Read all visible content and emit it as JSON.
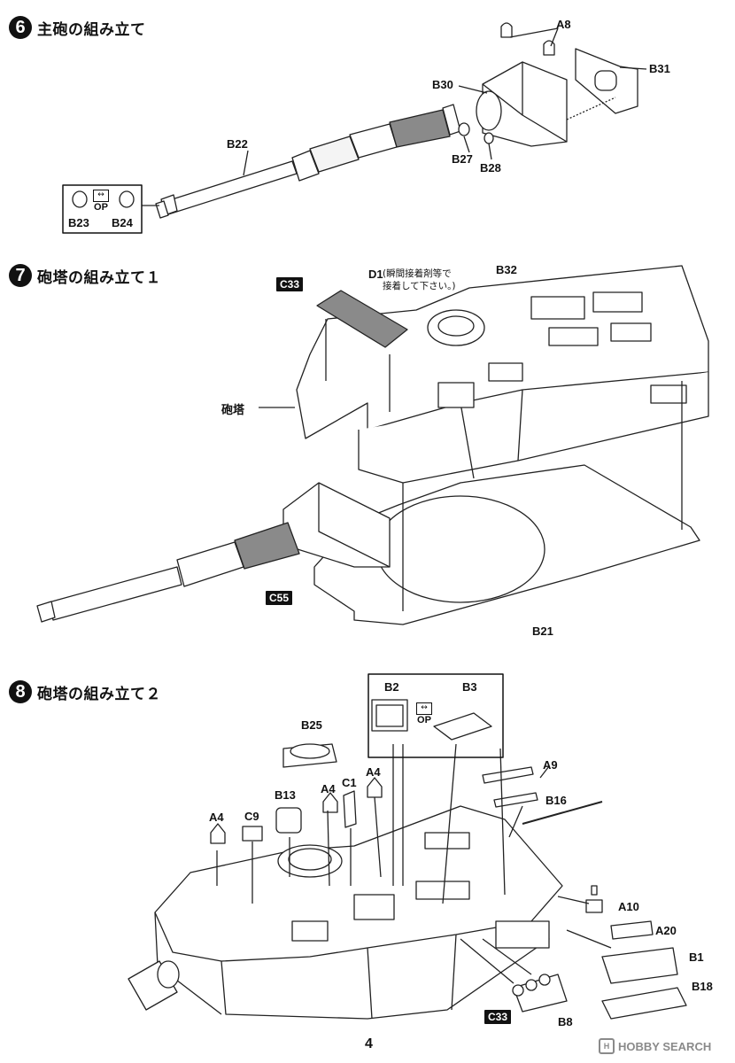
{
  "steps": [
    {
      "num": "6",
      "title": "主砲の組み立て"
    },
    {
      "num": "7",
      "title": "砲塔の組み立て１"
    },
    {
      "num": "8",
      "title": "砲塔の組み立て２"
    }
  ],
  "step6": {
    "parts": {
      "A8": "A8",
      "B31": "B31",
      "B30": "B30",
      "B22": "B22",
      "B27": "B27",
      "B28": "B28",
      "B23": "B23",
      "B24": "B24"
    },
    "op": "OP"
  },
  "step7": {
    "parts": {
      "C33": "C33",
      "D1": "D1",
      "B32": "B32",
      "C55": "C55",
      "B21": "B21"
    },
    "d1_note": "(瞬間接着剤等で\n接着して下さい。)",
    "turret_label": "砲塔"
  },
  "step8": {
    "parts": {
      "B2": "B2",
      "B3": "B3",
      "B25": "B25",
      "A9": "A9",
      "B13": "B13",
      "A4a": "A4",
      "C1": "C1",
      "A4b": "A4",
      "A4c": "A4",
      "C9": "C9",
      "B16": "B16",
      "A10": "A10",
      "A20": "A20",
      "B1": "B1",
      "B18": "B18",
      "C33": "C33",
      "B8": "B8"
    },
    "op": "OP"
  },
  "footer": {
    "page": "4",
    "watermark": "HOBBY SEARCH",
    "watermark_logo": "H"
  }
}
